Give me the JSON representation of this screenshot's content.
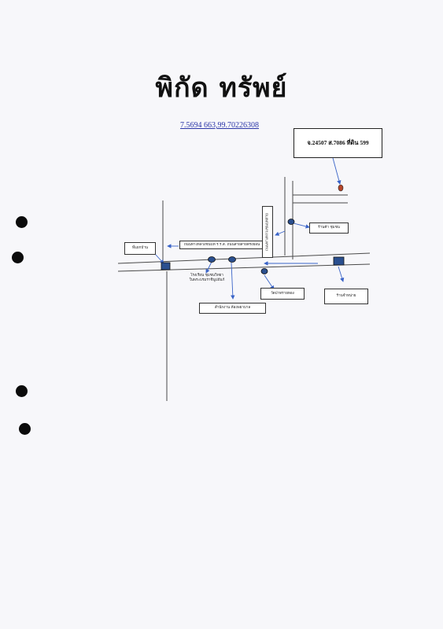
{
  "document": {
    "title": "พิกัด  ทรัพย์",
    "coordinates": "7.5694 663,99.70226308",
    "deed_box": "จ.24507 ส.7086 ที่ดิน 599"
  },
  "map": {
    "labels": {
      "village": "ที่แยกบ้าน",
      "main_road": "ถนนทางหลวงชนบท ร.ร.ส. ถนนสายสายตรงยอน",
      "side_road": "ถนนทางหลวงชนบทสาย",
      "shop": "ร้านค้า ชุมชน",
      "school": "โรงเรียน ชุมชนวิทยา",
      "school_sub": "ในพระบรมราชินูปถัมภ์",
      "temple": "วัดป่าทรายทอง",
      "health_center": "สำนักงาน ห้องพยาบาล",
      "store": "ร้านจำหน่าย"
    },
    "colors": {
      "marker_fill": "#2a4f8f",
      "arrow": "#3a64c8",
      "road": "#4a4a4a",
      "property_marker": "#b5452a"
    }
  }
}
